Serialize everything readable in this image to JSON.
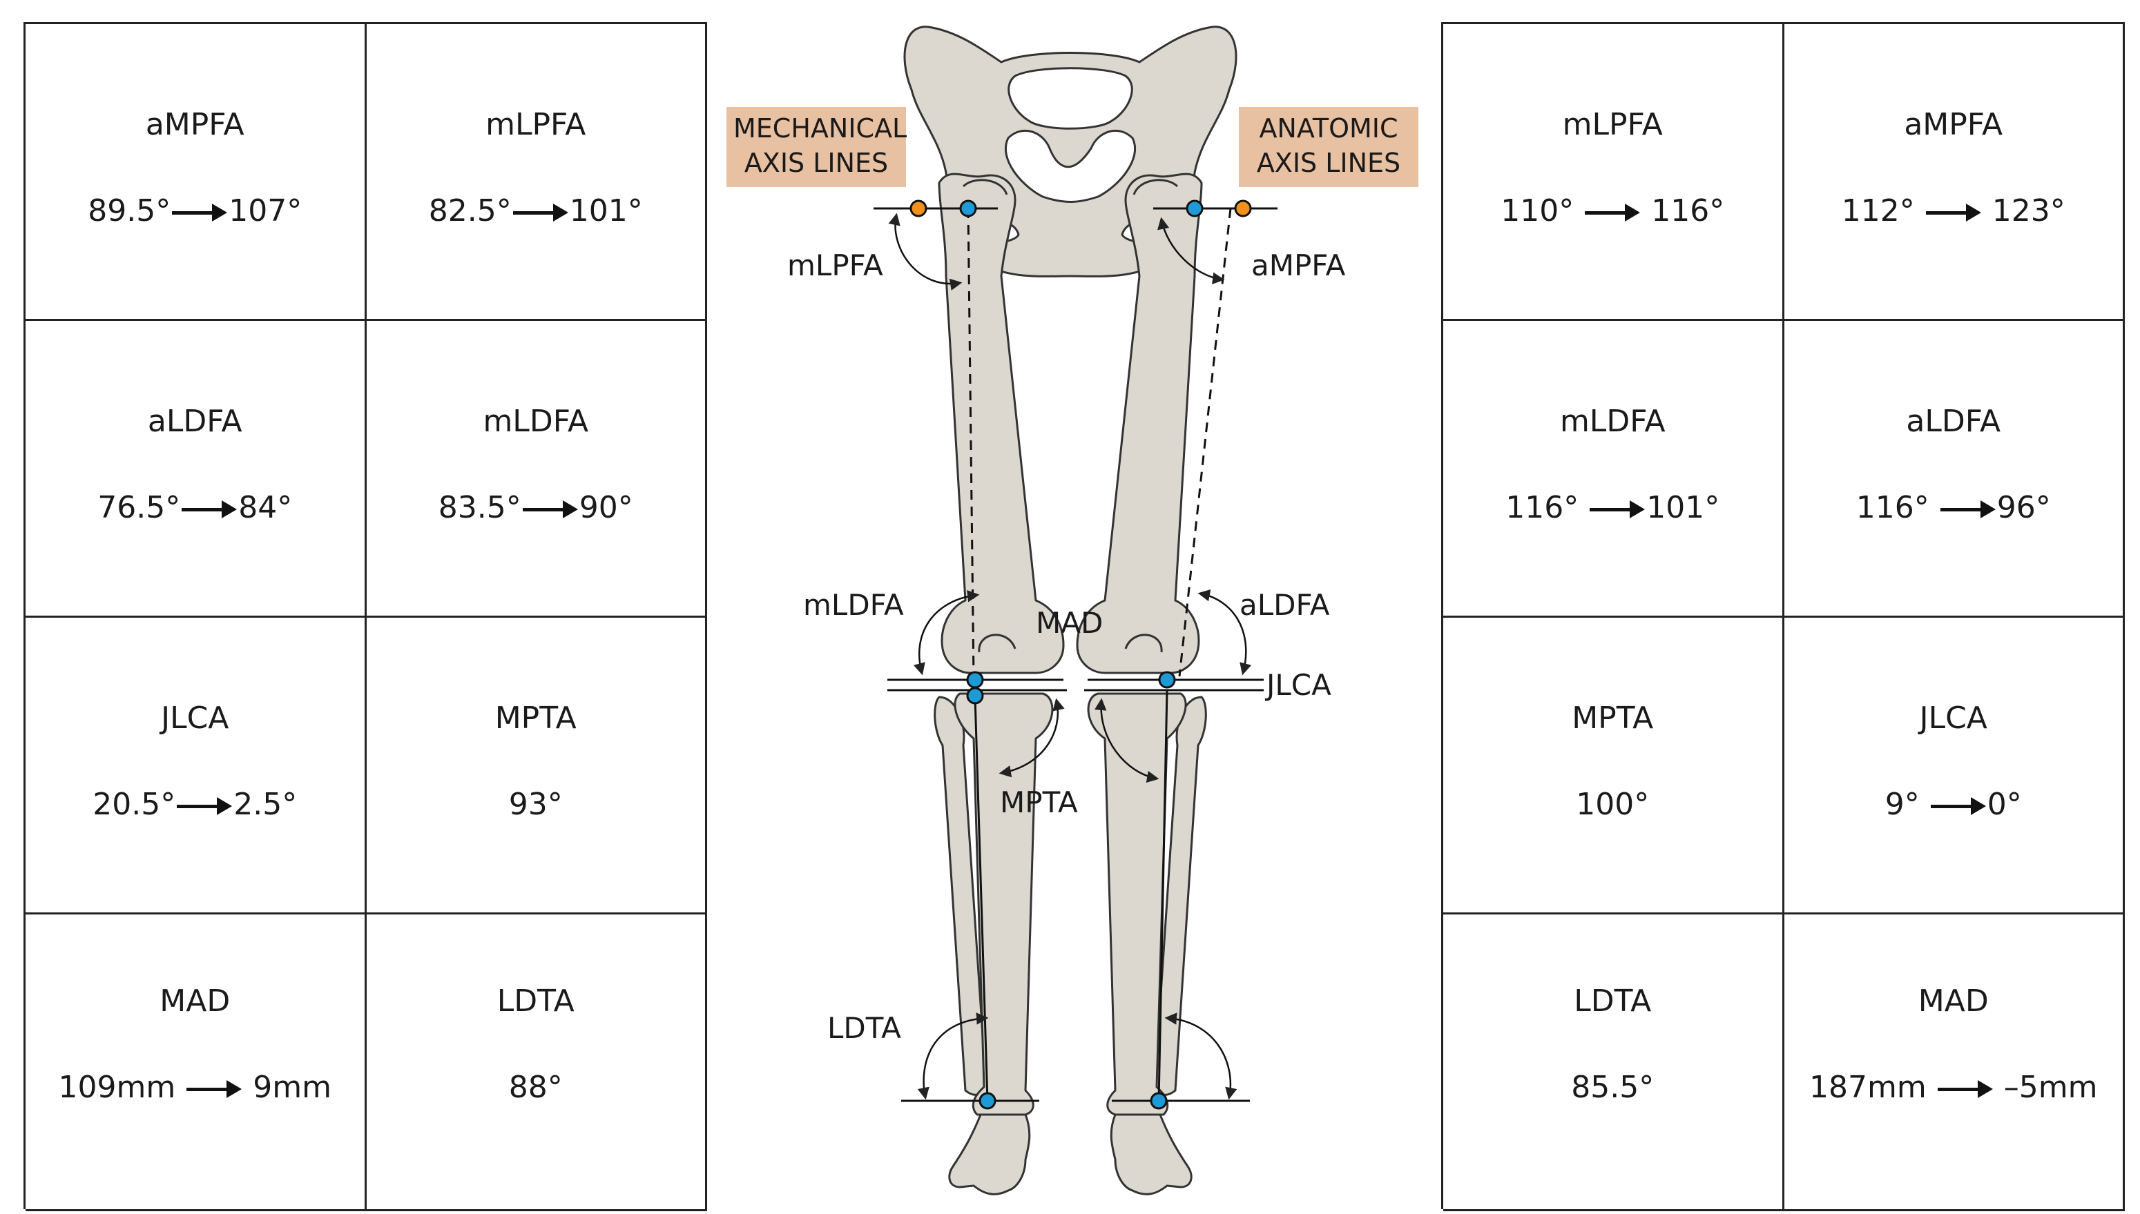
{
  "left_table": {
    "cells": [
      {
        "name": "aMPFA",
        "from": "89.5°",
        "to": "107°"
      },
      {
        "name": "mLPFA",
        "from": "82.5°",
        "to": "101°"
      },
      {
        "name": "aLDFA",
        "from": "76.5°",
        "to": "84°"
      },
      {
        "name": "mLDFA",
        "from": "83.5°",
        "to": "90°"
      },
      {
        "name": "JLCA",
        "from": "20.5°",
        "to": "2.5°"
      },
      {
        "name": "MPTA",
        "value": "93°"
      },
      {
        "name": "MAD",
        "from": "109mm",
        "to": "9mm"
      },
      {
        "name": "LDTA",
        "value": "88°"
      }
    ]
  },
  "right_table": {
    "cells": [
      {
        "name": "mLPFA",
        "from": "110°",
        "to": "116°"
      },
      {
        "name": "aMPFA",
        "from": "112°",
        "to": "123°"
      },
      {
        "name": "mLDFA",
        "from": "116°",
        "to": "101°"
      },
      {
        "name": "aLDFA",
        "from": "116°",
        "to": "96°"
      },
      {
        "name": "MPTA",
        "value": "100°"
      },
      {
        "name": "JLCA",
        "from": "9°",
        "to": "0°"
      },
      {
        "name": "LDTA",
        "value": "85.5°"
      },
      {
        "name": "MAD",
        "from": "187mm",
        "to": "–5mm"
      }
    ]
  },
  "diagram": {
    "mechanical_tag": [
      "MECHANICAL",
      "AXIS LINES"
    ],
    "anatomic_tag": [
      "ANATOMIC",
      "AXIS LINES"
    ],
    "labels": {
      "mlpfa": "mLPFA",
      "ampfa": "aMPFA",
      "mldfa": "mLDFA",
      "aldfa": "aLDFA",
      "mad": "MAD",
      "jlca": "JLCA",
      "mpta": "MPTA",
      "ldta": "LDTA"
    },
    "colors": {
      "bone": "#dcd8d0",
      "bone_outline": "#333333",
      "tag_bg": "#e8c0a2",
      "mechanical_point": "#1e9bd7",
      "anatomic_point": "#f0901e"
    }
  }
}
